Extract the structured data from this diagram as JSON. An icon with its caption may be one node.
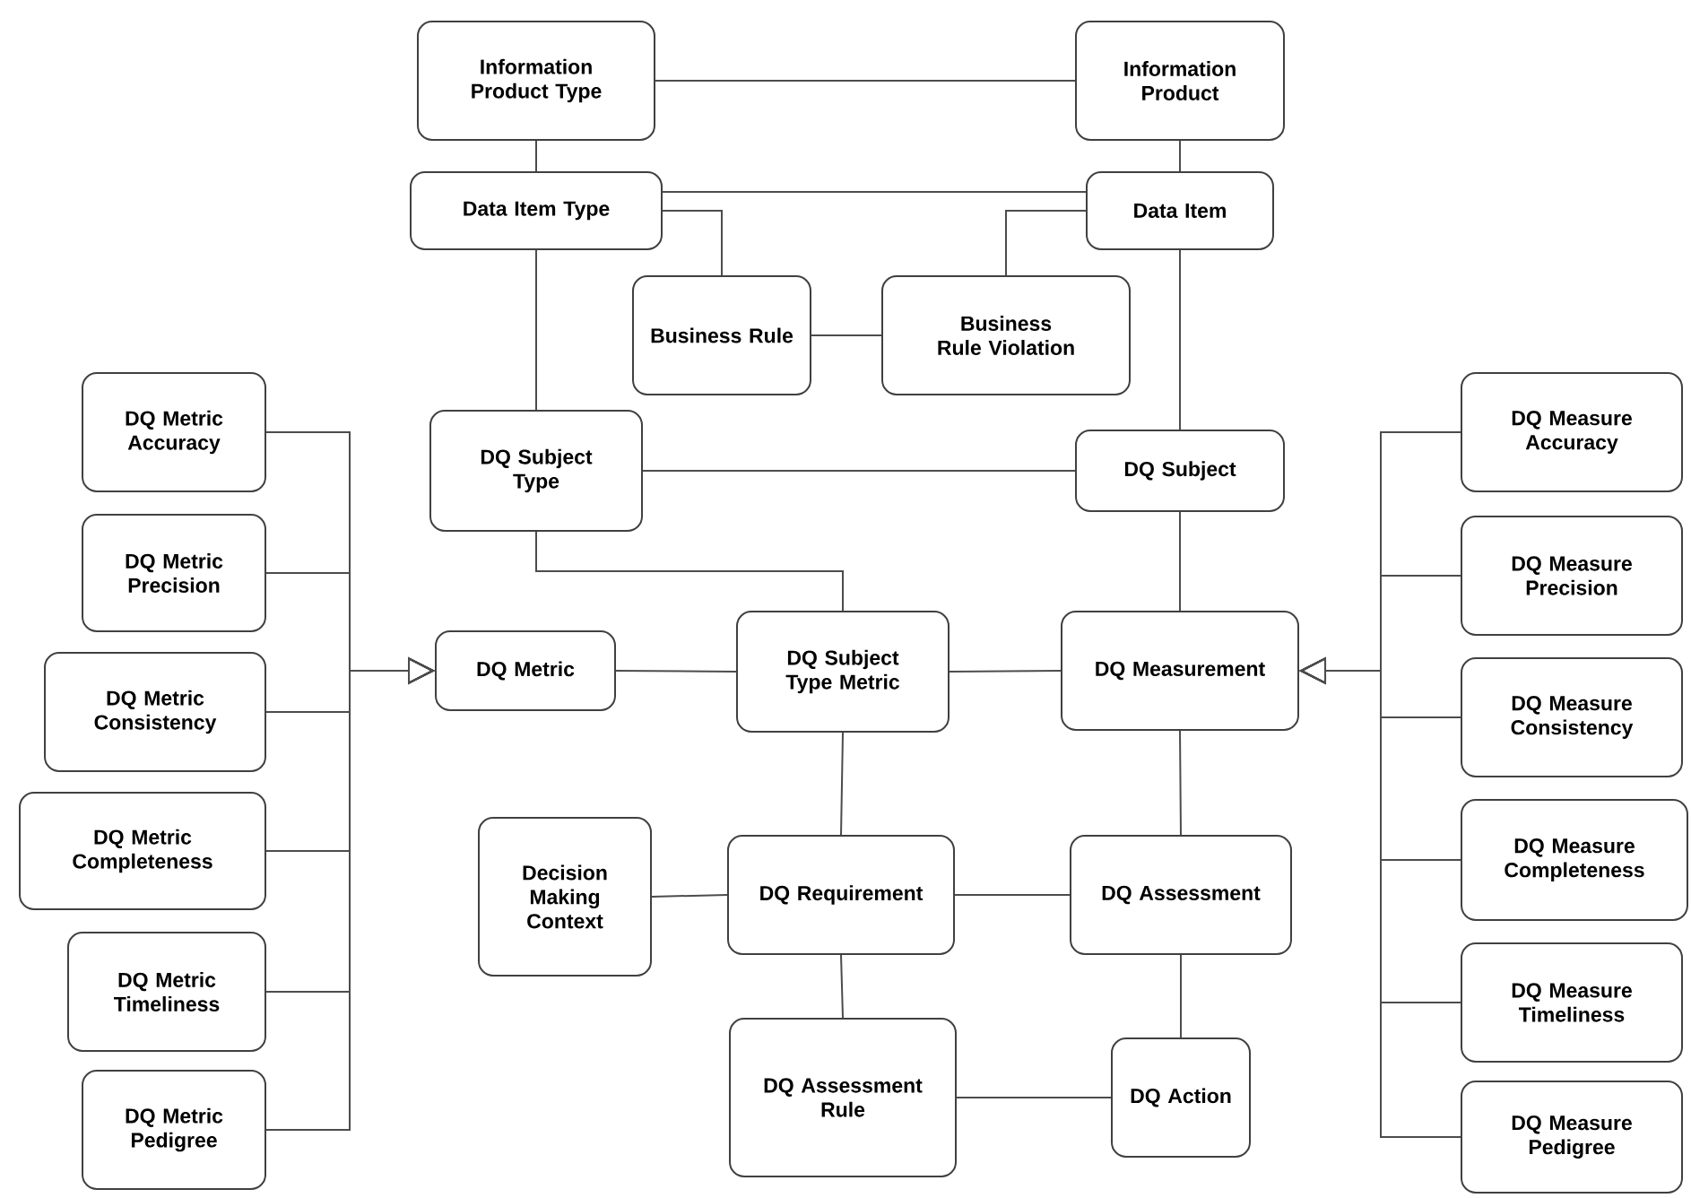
{
  "diagram": {
    "nodes": [
      {
        "text": [
          "Information Product Type"
        ]
      },
      {
        "text": [
          "Information Product"
        ]
      },
      {
        "text": [
          "Data Item Type"
        ]
      },
      {
        "text": [
          "Data Item"
        ]
      },
      {
        "text": [
          "Business Rule"
        ]
      },
      {
        "text": [
          "Business Rule Violation"
        ]
      },
      {
        "text": [
          "DQ Metric Accuracy"
        ]
      },
      {
        "text": [
          "DQ Metric Precision"
        ]
      },
      {
        "text": [
          "DQ Metric Consistency"
        ]
      },
      {
        "text": [
          "DQ Metric Completeness"
        ]
      },
      {
        "text": [
          "DQ Metric Timeliness"
        ]
      },
      {
        "text": [
          "DQ Metric Pedigree"
        ]
      },
      {
        "text": [
          "DQ Subject Type"
        ]
      },
      {
        "text": [
          "DQ Subject"
        ]
      },
      {
        "text": [
          "DQ Metric"
        ]
      },
      {
        "text": [
          "DQ Subject Type Metric"
        ]
      },
      {
        "text": [
          "DQ Measurement"
        ]
      },
      {
        "text": [
          "DQ Measure Accuracy"
        ]
      },
      {
        "text": [
          "DQ Measure Precision"
        ]
      },
      {
        "text": [
          "DQ Measure Consistency"
        ]
      },
      {
        "text": [
          "DQ Measure Completeness"
        ]
      },
      {
        "text": [
          "DQ Measure Timeliness"
        ]
      },
      {
        "text": [
          "DQ Measure Pedigree"
        ]
      },
      {
        "text": [
          "Decision Making Context"
        ]
      },
      {
        "text": [
          "DQ Requirement"
        ]
      },
      {
        "text": [
          "DQ Assessment"
        ]
      },
      {
        "text": [
          "DQ Assessment Rule"
        ]
      },
      {
        "text": [
          "DQ Action"
        ]
      }
    ],
    "edges": [
      {
        "from": 0,
        "to": 1,
        "arrow": "none"
      },
      {
        "from": 0,
        "to": 2,
        "arrow": "none"
      },
      {
        "from": 1,
        "to": 3,
        "arrow": "none"
      },
      {
        "from": 2,
        "to": 3,
        "arrow": "none"
      },
      {
        "from": 2,
        "to": 4,
        "arrow": "none"
      },
      {
        "from": 3,
        "to": 5,
        "arrow": "none"
      },
      {
        "from": 4,
        "to": 5,
        "arrow": "none"
      },
      {
        "from": 2,
        "to": 12,
        "arrow": "none"
      },
      {
        "from": 3,
        "to": 13,
        "arrow": "none"
      },
      {
        "from": 12,
        "to": 13,
        "arrow": "none"
      },
      {
        "from": 12,
        "to": 15,
        "arrow": "none"
      },
      {
        "from": 6,
        "to": 14,
        "arrow": "to"
      },
      {
        "from": 7,
        "to": 14,
        "arrow": "to"
      },
      {
        "from": 8,
        "to": 14,
        "arrow": "to"
      },
      {
        "from": 9,
        "to": 14,
        "arrow": "to"
      },
      {
        "from": 10,
        "to": 14,
        "arrow": "to"
      },
      {
        "from": 11,
        "to": 14,
        "arrow": "to"
      },
      {
        "from": 14,
        "to": 15,
        "arrow": "none"
      },
      {
        "from": 15,
        "to": 16,
        "arrow": "none"
      },
      {
        "from": 13,
        "to": 16,
        "arrow": "none"
      },
      {
        "from": 17,
        "to": 16,
        "arrow": "to"
      },
      {
        "from": 18,
        "to": 16,
        "arrow": "to"
      },
      {
        "from": 19,
        "to": 16,
        "arrow": "to"
      },
      {
        "from": 20,
        "to": 16,
        "arrow": "to"
      },
      {
        "from": 21,
        "to": 16,
        "arrow": "to"
      },
      {
        "from": 22,
        "to": 16,
        "arrow": "to"
      },
      {
        "from": 15,
        "to": 24,
        "arrow": "none"
      },
      {
        "from": 23,
        "to": 24,
        "arrow": "none"
      },
      {
        "from": 24,
        "to": 25,
        "arrow": "none"
      },
      {
        "from": 16,
        "to": 25,
        "arrow": "none"
      },
      {
        "from": 24,
        "to": 26,
        "arrow": "none"
      },
      {
        "from": 25,
        "to": 27,
        "arrow": "none"
      },
      {
        "from": 26,
        "to": 27,
        "arrow": "none"
      }
    ]
  }
}
